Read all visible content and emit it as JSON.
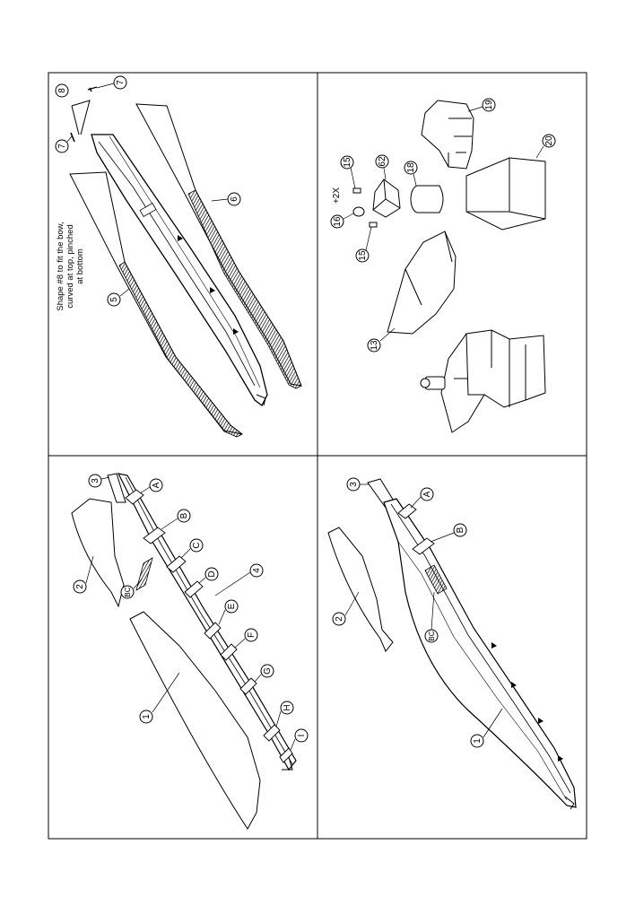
{
  "note": {
    "line1": "Shape #8 to fit the bow,",
    "line2": "curved at top, pinched",
    "line3": "at bottom"
  },
  "multiplier": "+2X",
  "callouts": {
    "tl_8": "8",
    "tl_7a": "7",
    "tl_7b": "7",
    "tl_6": "6",
    "tl_5": "5",
    "tr_19": "19",
    "tr_20": "20",
    "tr_18": "18",
    "tr_62": "62",
    "tr_15a": "15",
    "tr_16": "16",
    "tr_15b": "15",
    "tr_13": "13",
    "bl_3": "3",
    "bl_2": "2",
    "bl_BC": "BC",
    "bl_4": "4",
    "bl_1": "1",
    "bl_A": "A",
    "bl_B": "B",
    "bl_C": "C",
    "bl_D": "D",
    "bl_E": "E",
    "bl_F": "F",
    "bl_G": "G",
    "bl_H": "H",
    "bl_I": "I",
    "br_3": "3",
    "br_A": "A",
    "br_B": "B",
    "br_2": "2",
    "br_BC": "BC",
    "br_1": "1"
  }
}
